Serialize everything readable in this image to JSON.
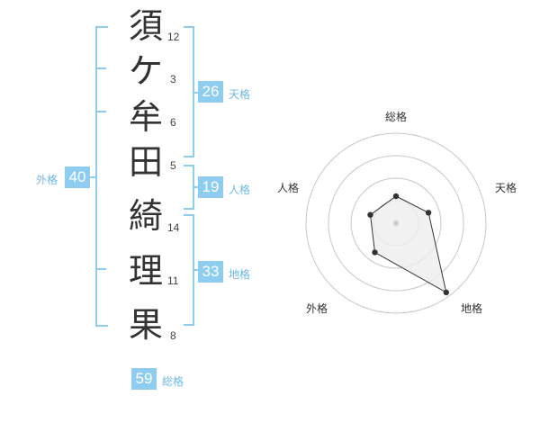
{
  "name": {
    "characters": [
      {
        "char": "須",
        "strokes": "12"
      },
      {
        "char": "ケ",
        "strokes": "3"
      },
      {
        "char": "牟",
        "strokes": "6"
      },
      {
        "char": "田",
        "strokes": "5"
      },
      {
        "char": "綺",
        "strokes": "14"
      },
      {
        "char": "理",
        "strokes": "11"
      },
      {
        "char": "果",
        "strokes": "8"
      }
    ]
  },
  "fortune": {
    "tenkaku": {
      "value": "26",
      "label": "天格"
    },
    "jinkaku": {
      "value": "19",
      "label": "人格"
    },
    "chikaku": {
      "value": "33",
      "label": "地格"
    },
    "gaikaku": {
      "value": "40",
      "label": "外格"
    },
    "soukaku": {
      "value": "59",
      "label": "総格"
    }
  },
  "radar": {
    "axes": [
      "総格",
      "天格",
      "地格",
      "外格",
      "人格"
    ],
    "values": [
      0.3,
      0.38,
      0.95,
      0.4,
      0.3
    ],
    "colors": {
      "ring": "#c8c8c8",
      "fill": "#eeeeee",
      "line": "#333333",
      "point": "#333333",
      "center": "#cccccc"
    }
  }
}
